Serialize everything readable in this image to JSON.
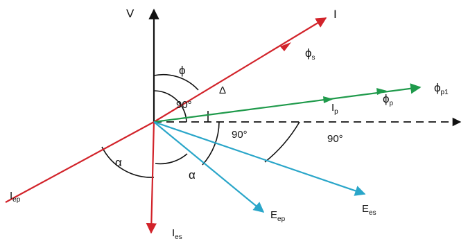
{
  "colors": {
    "red": "#d2232a",
    "green": "#1f9a4b",
    "blue": "#2aa6c9",
    "black": "#111111"
  },
  "labels": {
    "V": "V",
    "I": "I",
    "phi_s": {
      "base": "ϕ",
      "sub": "s"
    },
    "phi": "ϕ",
    "delta": "Δ",
    "phi_p1": {
      "base": "ϕ",
      "sub": "p1"
    },
    "I_p": {
      "base": "I",
      "sub": "p"
    },
    "phi_p": {
      "base": "ϕ",
      "sub": "p"
    },
    "I_ep": {
      "base": "I",
      "sub": "ep"
    },
    "I_es": {
      "base": "I",
      "sub": "es"
    },
    "E_ep": {
      "base": "E",
      "sub": "ep"
    },
    "E_es": {
      "base": "E",
      "sub": "es"
    },
    "alpha_left": "α",
    "alpha_bottom": "α",
    "angle_90_upper": "90°",
    "angle_90_middle": "90°",
    "angle_90_right": "90°"
  }
}
